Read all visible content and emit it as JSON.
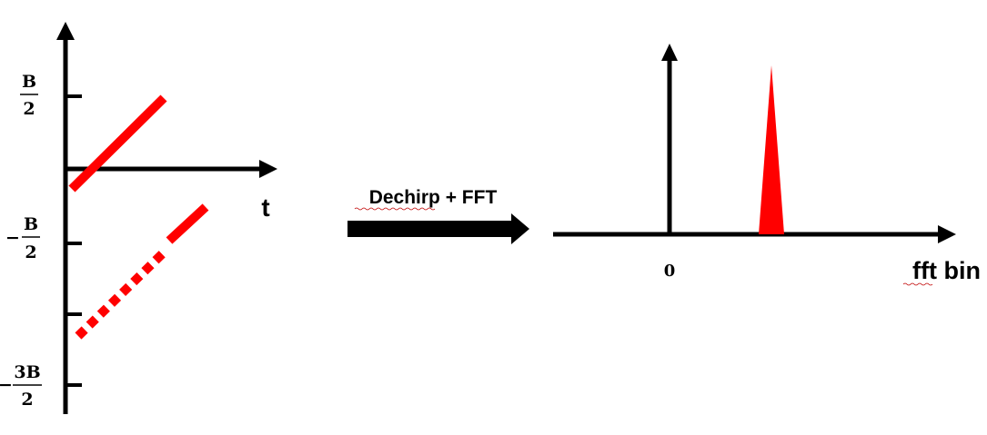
{
  "left_chart": {
    "tick_labels": [
      {
        "sign": "",
        "numerator": "B",
        "denominator": "2"
      },
      {
        "sign": "−",
        "numerator": "B",
        "denominator": "2"
      },
      {
        "sign": "−",
        "numerator": "3B",
        "denominator": "2"
      }
    ],
    "x_axis_label": "t"
  },
  "arrow": {
    "label": "Dechirp + FFT"
  },
  "right_chart": {
    "origin_label": "0",
    "x_axis_label": "fft bin"
  },
  "colors": {
    "axis": "#000000",
    "chirp": "#ff0000",
    "peak": "#ff0000"
  }
}
